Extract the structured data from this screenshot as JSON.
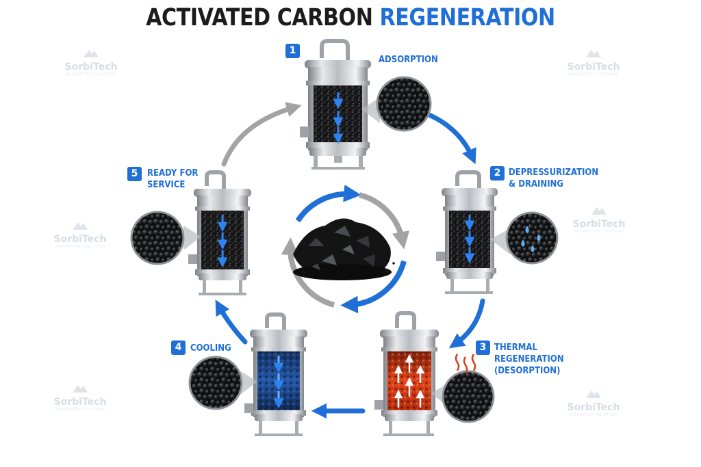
{
  "title": {
    "part1": "ACTIVATED CARBON",
    "part2": "REGENERATION"
  },
  "steps": [
    {
      "number": "1",
      "line1": "ADSORPTION",
      "line2": "",
      "line3": ""
    },
    {
      "number": "2",
      "line1": "DEPRESSURIZATION",
      "line2": "& DRAINING",
      "line3": ""
    },
    {
      "number": "3",
      "line1": "THERMAL",
      "line2": "REGENERATION",
      "line3": "(DESORPTION)"
    },
    {
      "number": "4",
      "line1": "COOLING",
      "line2": "",
      "line3": ""
    },
    {
      "number": "5",
      "line1": "READY FOR",
      "line2": "SERVICE",
      "line3": ""
    }
  ],
  "watermark": {
    "brand": "SorbiTech",
    "tagline": "ADSORPTION SOLUTIONS"
  },
  "colors": {
    "accent": "#1f6fd6",
    "cycle_grey": "#a3a3a3",
    "steel": "#c9ccd0",
    "carbon": "#1b1b1d",
    "heat": "#d8401c",
    "cooling": "#1d4e9a"
  }
}
